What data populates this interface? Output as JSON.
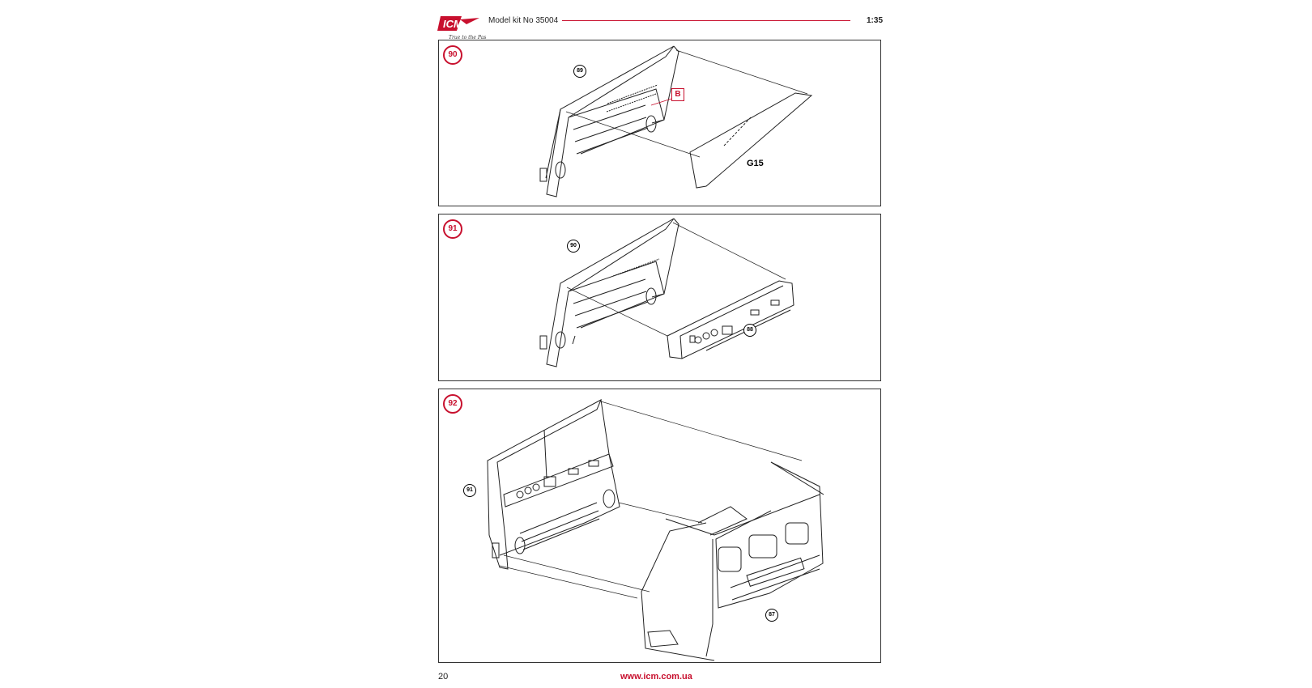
{
  "header": {
    "brand": "ICM",
    "tagline": "True to the Past",
    "kit_title": "Model kit No 35004",
    "scale": "1:35",
    "accent_color": "#c8102e"
  },
  "steps": [
    {
      "number": "90",
      "callouts": [
        "89"
      ],
      "paint_code": "B",
      "part_label": "G15"
    },
    {
      "number": "91",
      "callouts": [
        "90",
        "88"
      ]
    },
    {
      "number": "92",
      "callouts": [
        "91",
        "87"
      ]
    }
  ],
  "footer": {
    "page_number": "20",
    "url": "www.icm.com.ua"
  }
}
